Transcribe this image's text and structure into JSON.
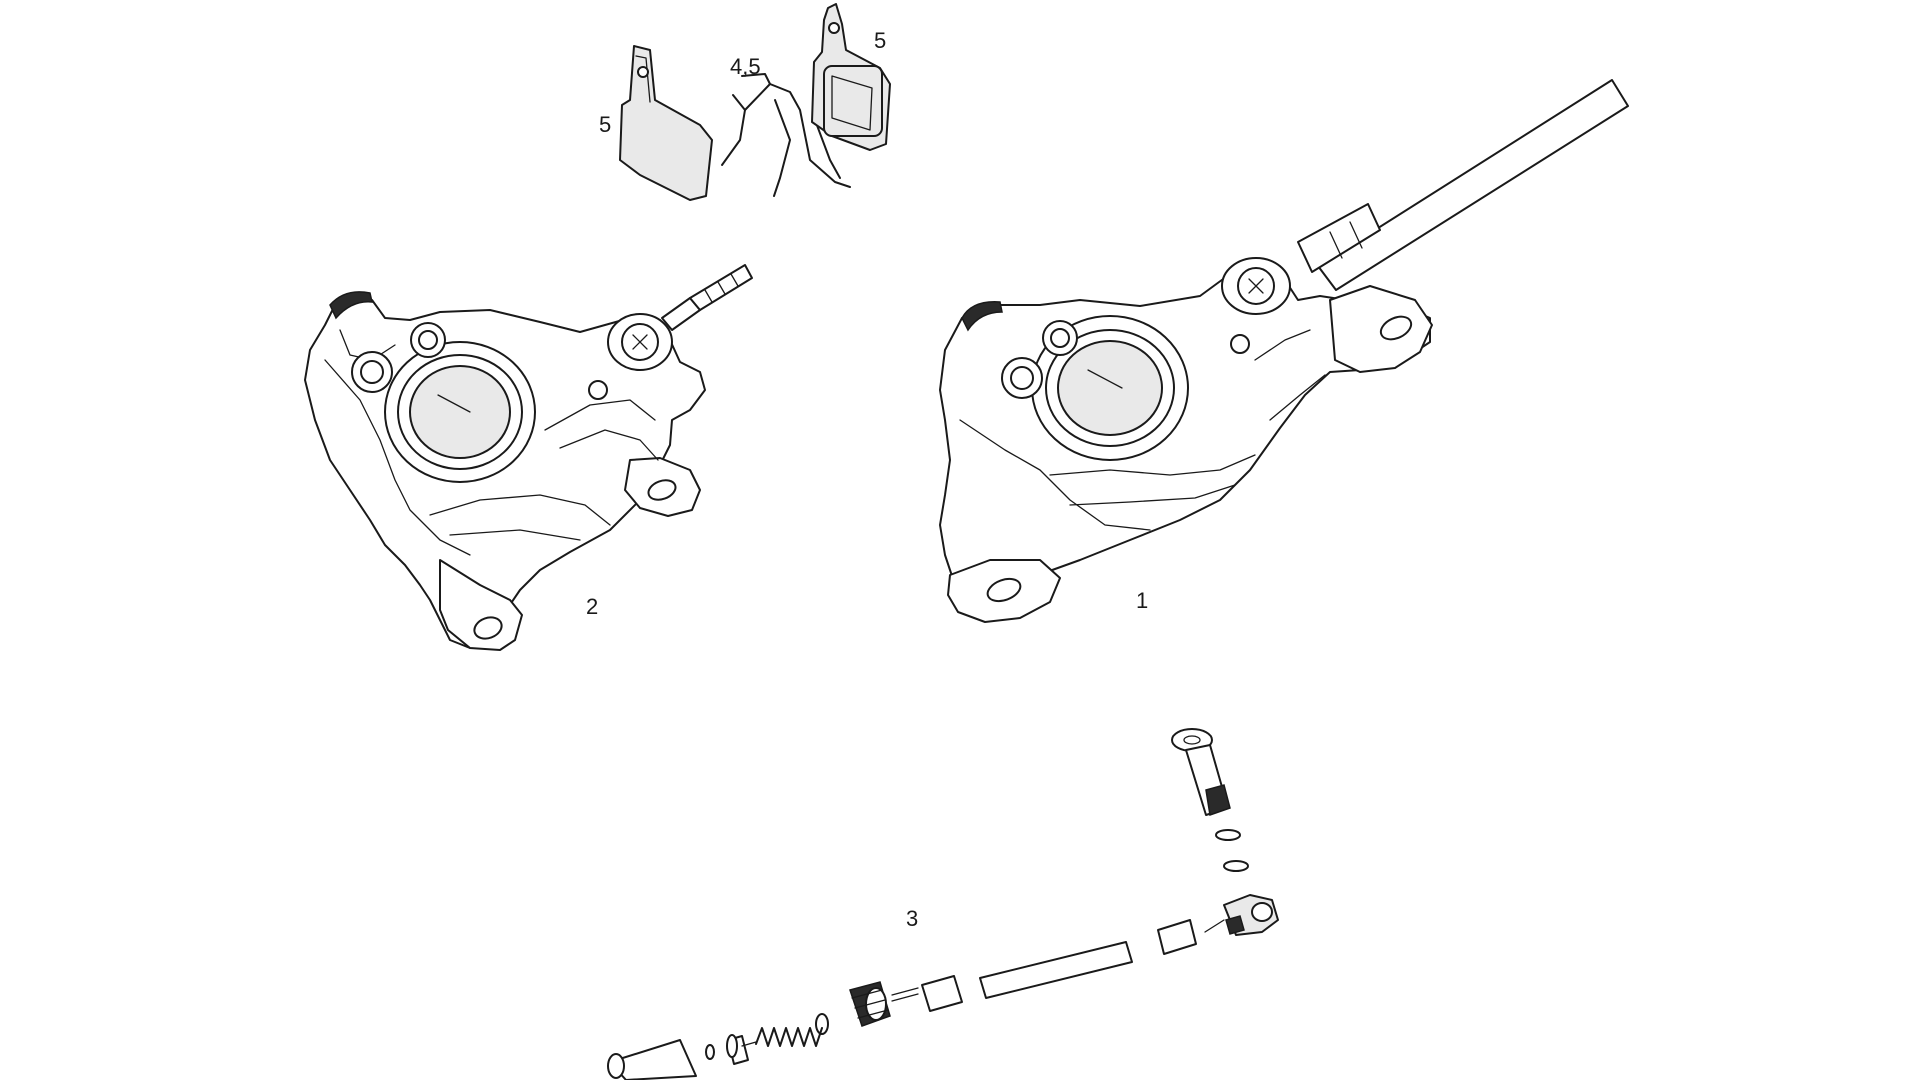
{
  "diagram": {
    "callouts": {
      "caliper_rear": "1",
      "caliper_front": "2",
      "hose_fittings": "3",
      "spring_clip": "4,5",
      "pad_left": "5",
      "pad_right": "5"
    }
  }
}
